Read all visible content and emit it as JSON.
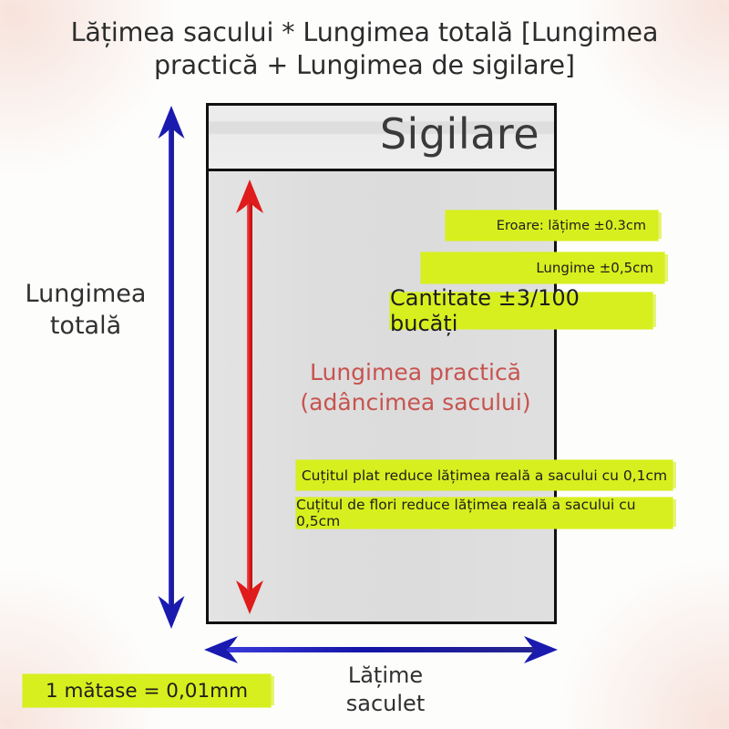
{
  "title": "Lățimea sacului * Lungimea totală [Lungimea practică + Lungimea de sigilare]",
  "bag": {
    "seal_label": "Sigilare",
    "practical_length_line1": "Lungimea practică",
    "practical_length_line2": "(adâncimea sacului)"
  },
  "measurements": {
    "total_length_line1": "Lungimea",
    "total_length_line2": "totală",
    "width_line1": "Lățime",
    "width_line2": "saculet"
  },
  "notes": [
    {
      "id": "eroare",
      "text": "Eroare: lățime ±0.3cm"
    },
    {
      "id": "lungime",
      "text": "Lungime ±0,5cm"
    },
    {
      "id": "cantitate",
      "text": "Cantitate ±3/100 bucăți"
    },
    {
      "id": "plat",
      "text": "Cuțitul plat reduce lățimea reală a sacului cu 0,1cm"
    },
    {
      "id": "flori",
      "text": "Cuțitul de flori reduce lățimea reală a sacului cu 0,5cm"
    },
    {
      "id": "matase",
      "text": "1 mătase = 0,01mm"
    }
  ],
  "colors": {
    "highlight": "#d7ef1e",
    "blue_arrow": "#1a1aaf",
    "red_arrow": "#e01b1b",
    "red_text": "#c7534f",
    "bag_body": "#dcdcdc",
    "bag_flap": "#ececec",
    "outline": "#111111"
  }
}
